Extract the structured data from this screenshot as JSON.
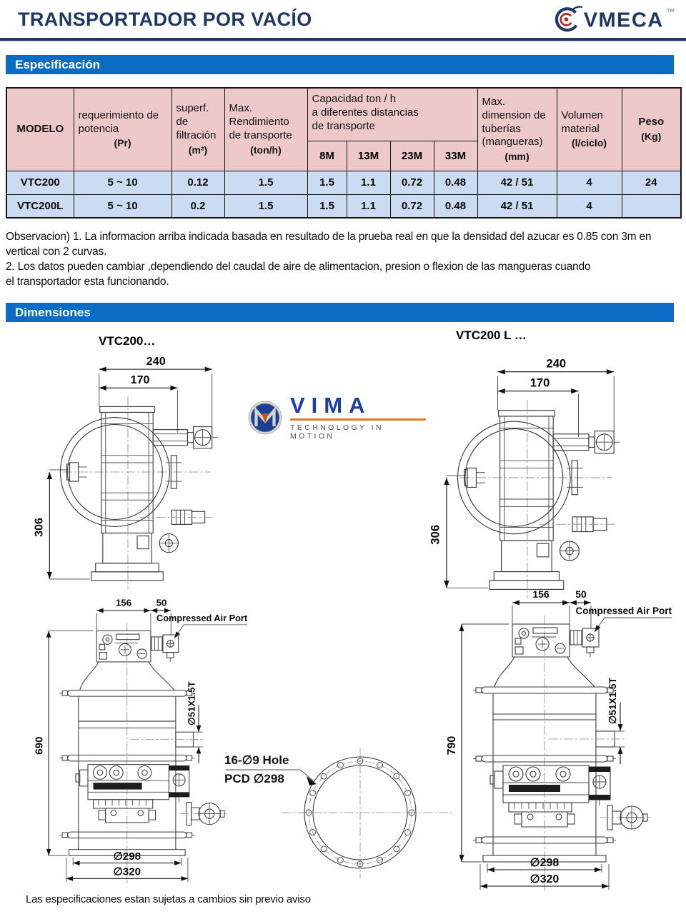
{
  "page": {
    "title": "TRANSPORTADOR POR VACÍO",
    "brand": {
      "name": "VMECA",
      "tm": "TM"
    },
    "footer": "Las especificaciones estan sujetas a cambios sin previo aviso"
  },
  "sections": {
    "spec": "Especificación",
    "dim": "Dimensiones"
  },
  "spec_table": {
    "headers": {
      "modelo": "MODELO",
      "potencia": "requerimiento  de potencia",
      "potencia_unit": "(Pr)",
      "filtracion": "superf. de filtración",
      "filtracion_unit": "(m²)",
      "rendimiento": "Max. Rendimiento de transporte",
      "rendimiento_unit": "(ton/h)",
      "capacidad": "Capacidad ton / h\na diferentes distancias\nde  transporte",
      "distancias": [
        "8M",
        "13M",
        "23M",
        "33M"
      ],
      "tuberias": "Max. dimension de tuberías (mangueras)",
      "tuberias_unit": "(mm)",
      "volumen": "Volumen material",
      "volumen_unit": "(l/ciclo)",
      "peso": "Peso",
      "peso_unit": "(Kg)"
    },
    "rows": [
      {
        "modelo": "VTC200",
        "potencia": "5 ~ 10",
        "filtracion": "0.12",
        "rendimiento": "1.5",
        "c8": "1.5",
        "c13": "1.1",
        "c23": "0.72",
        "c33": "0.48",
        "tuberias": "42 / 51",
        "volumen": "4",
        "peso": "24"
      },
      {
        "modelo": "VTC200L",
        "potencia": "5 ~ 10",
        "filtracion": "0.2",
        "rendimiento": "1.5",
        "c8": "1.5",
        "c13": "1.1",
        "c23": "0.72",
        "c33": "0.48",
        "tuberias": "42 / 51",
        "volumen": "4",
        "peso": ""
      }
    ]
  },
  "notes": [
    "Observacion) 1. La informacion arriba indicada basada en resultado de la prueba real en que la densidad del azucar es 0.85 con 3m en",
    "vertical con 2 curvas.",
    "2. Los datos pueden cambiar ,dependiendo del caudal de aire de alimentacion, presion o flexion de las mangueras cuando",
    "el transportador esta funcionando."
  ],
  "drawings": {
    "left_label": "VTC200…",
    "right_label": "VTC200 L …",
    "top": {
      "w": "240",
      "wi": "170",
      "h": "306"
    },
    "front_left": {
      "w1": "156",
      "w2": "50",
      "h": "690",
      "port": "Compressed Air Port",
      "pipe": "∅51X1.5T",
      "d1": "∅298",
      "d2": "∅320"
    },
    "front_right": {
      "w1": "156",
      "w2": "50",
      "h": "790",
      "port": "Compressed Air Port",
      "pipe": "∅51X1.5T",
      "d1": "∅298",
      "d2": "∅320"
    },
    "flange": {
      "line1": "16-∅9 Hole",
      "line2": "PCD ∅298"
    }
  },
  "logo_vima": {
    "name": "VIMA",
    "tagline": "TECHNOLOGY IN MOTION"
  }
}
